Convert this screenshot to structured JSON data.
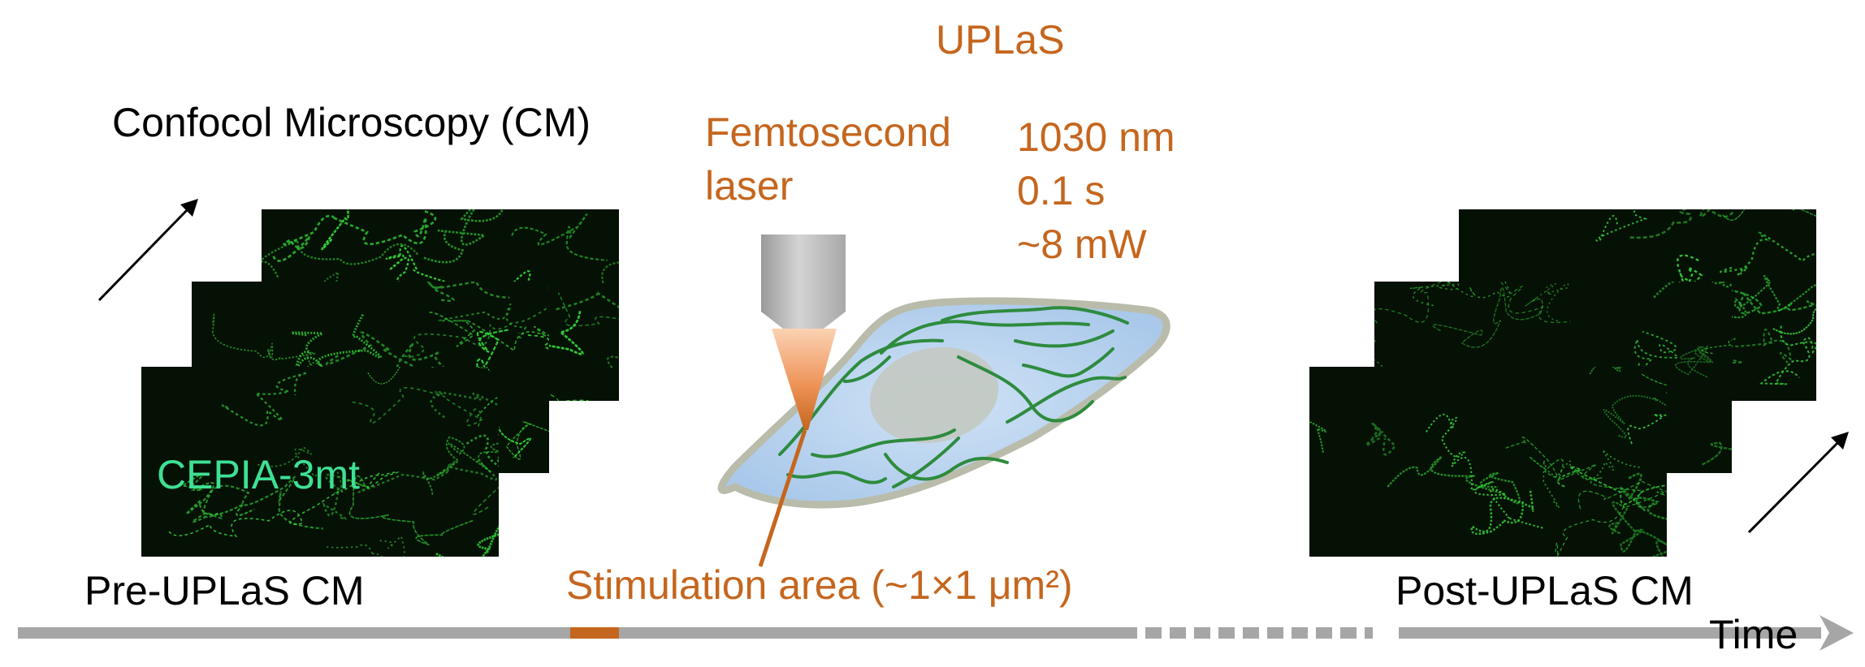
{
  "title": "UPLaS",
  "cm_label": "Confocol Microscopy (CM)",
  "laser": {
    "name_line1": "Femtosecond",
    "name_line2": "laser",
    "wavelength": "1030 nm",
    "duration": "0.1 s",
    "power": "~8 mW"
  },
  "dye_label": "CEPIA-3mt",
  "pre_label": "Pre-UPLaS CM",
  "stim_label": "Stimulation area (~1×1 μm²)",
  "post_label": "Post-UPLaS CM",
  "time_label": "Time",
  "colors": {
    "accent": "#c5661e",
    "timeline": "#a6a6a6",
    "mito_green": "#2e8b3e",
    "cell_fill": "#b7d3ee",
    "cell_border": "#b9bcab",
    "nucleus": "#c3c9c4",
    "micrograph_bg": "#061106",
    "micrograph_signal": "#35d43a"
  }
}
